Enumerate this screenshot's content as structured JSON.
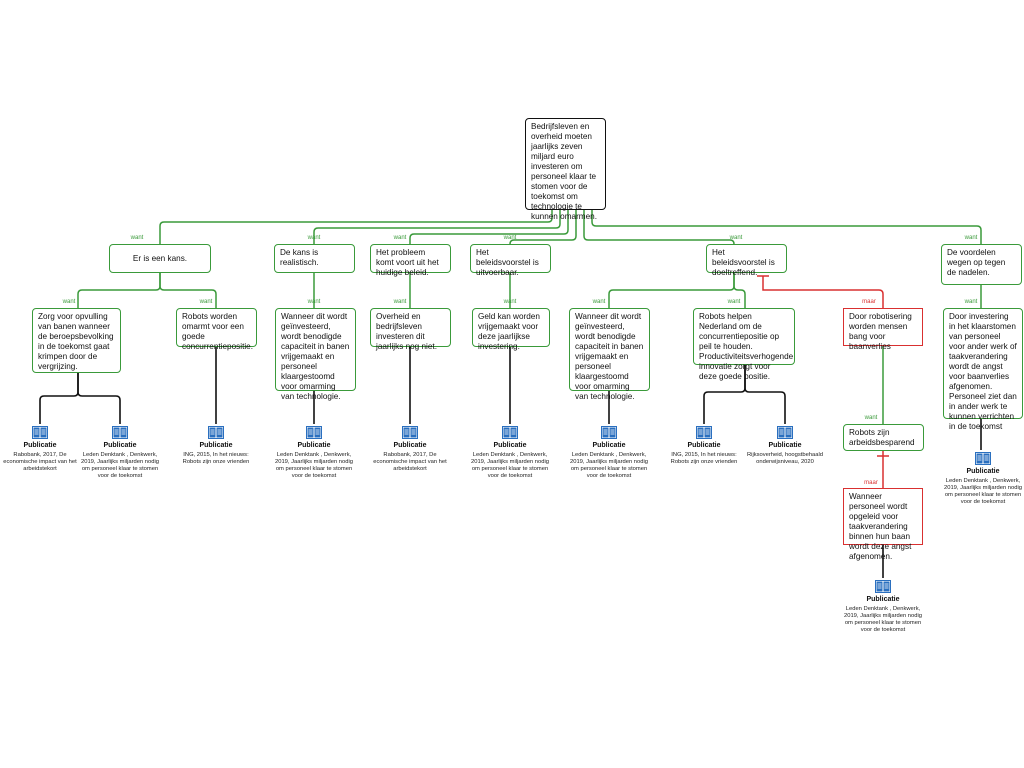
{
  "connector_colors": {
    "pro": "#3a9a3a",
    "con": "#d93030",
    "evidence": "#111111"
  },
  "icon": "book-icon",
  "root": {
    "text": "Bedrijfsleven en overheid moeten jaarlijks zeven miljard euro investeren om personeel klaar te stomen voor de toekomst om technologie te kunnen omarmen."
  },
  "level1": [
    {
      "label": "want",
      "text": "Er is een kans."
    },
    {
      "label": "want",
      "text": "De kans is realistisch."
    },
    {
      "label": "want",
      "text": "Het probleem komt voort uit het huidige beleid."
    },
    {
      "label": "want",
      "text": "Het beleidsvoorstel is uitvoerbaar."
    },
    {
      "label": "want",
      "text": "Het beleidsvoorstel is doeltreffend."
    },
    {
      "label": "want",
      "text": "De voordelen wegen op tegen de nadelen."
    }
  ],
  "level2": [
    {
      "label": "want",
      "text": "Zorg voor opvulling van banen wanneer de beroepsbevolking in de toekomst gaat krimpen door de vergrijzing."
    },
    {
      "label": "want",
      "text": "Robots worden omarmt voor een goede concurrentiepositie."
    },
    {
      "label": "want",
      "text": "Wanneer dit wordt geïnvesteerd, wordt benodigde capaciteit in banen vrijgemaakt en personeel klaargestoomd voor omarming van technologie."
    },
    {
      "label": "want",
      "text": "Overheid en bedrijfsleven investeren dit jaarlijks nog niet."
    },
    {
      "label": "want",
      "text": "Geld kan worden vrijgemaakt voor deze jaarlijkse investering."
    },
    {
      "label": "want",
      "text": "Wanneer dit wordt geïnvesteerd, wordt benodigde capaciteit in banen vrijgemaakt en personeel klaargestoomd voor omarming van technologie."
    },
    {
      "label": "want",
      "text": "Robots helpen Nederland om de concurrentiepositie op peil te houden. Productiviteitsverhogende innovatie zorgt voor deze goede positie."
    },
    {
      "label": "maar",
      "text": "Door robotisering worden mensen bang voor baanverlies"
    },
    {
      "label": "want",
      "text": "Door investering in het klaarstomen van personeel voor ander werk of taakverandering wordt de angst voor baanverlies afgenomen. Personeel ziet dan in ander werk te kunnen verrichten in de toekomst"
    }
  ],
  "level3": [
    {
      "label": "want",
      "text": "Robots zijn arbeidsbesparend"
    }
  ],
  "level4": [
    {
      "label": "maar",
      "text": "Wanneer personeel wordt opgeleid voor taakverandering binnen hun baan wordt deze angst afgenomen."
    }
  ],
  "publications": [
    {
      "title": "Publicatie",
      "desc": "Rabobank, 2017, De economische impact van het arbeidstekort"
    },
    {
      "title": "Publicatie",
      "desc": "Leden Denktank , Denkwerk, 2019, Jaarlijks miljarden nodig om personeel klaar te stomen voor de toekomst"
    },
    {
      "title": "Publicatie",
      "desc": "ING, 2015, In het nieuws: Robots zijn onze vrienden"
    },
    {
      "title": "Publicatie",
      "desc": "Leden Denktank , Denkwerk, 2019, Jaarlijks miljarden nodig om personeel klaar te stomen voor de toekomst"
    },
    {
      "title": "Publicatie",
      "desc": "Rabobank, 2017, De economische impact van het arbeidstekort"
    },
    {
      "title": "Publicatie",
      "desc": "Leden Denktank , Denkwerk, 2019, Jaarlijks miljarden nodig om personeel klaar te stomen voor de toekomst"
    },
    {
      "title": "Publicatie",
      "desc": "Leden Denktank , Denkwerk, 2019, Jaarlijks miljarden nodig om personeel klaar te stomen voor de toekomst"
    },
    {
      "title": "Publicatie",
      "desc": "ING, 2015, In het nieuws: Robots zijn onze vrienden"
    },
    {
      "title": "Publicatie",
      "desc": "Rijksoverheid, hoogstbehaald onderwijsniveau, 2020"
    },
    {
      "title": "Publicatie",
      "desc": "Leden Denktank , Denkwerk, 2019, Jaarlijks miljarden nodig om personeel klaar te stomen voor de toekomst"
    },
    {
      "title": "Publicatie",
      "desc": "Leden Denktank , Denkwerk, 2019, Jaarlijks miljarden nodig om personeel klaar te stomen voor de toekomst"
    }
  ]
}
